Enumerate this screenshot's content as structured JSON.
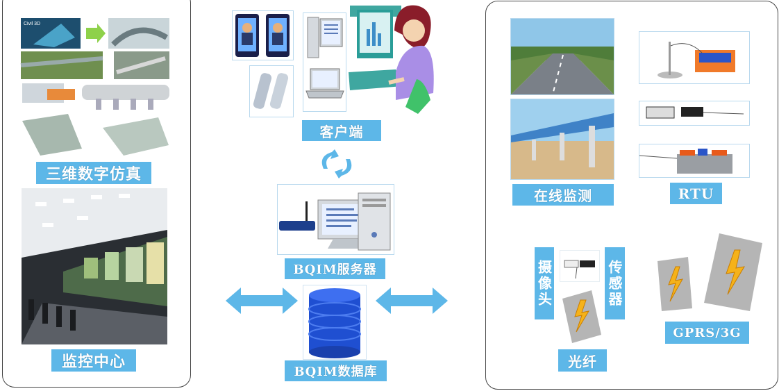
{
  "left_panel": {
    "simulation_label": "三维数字仿真",
    "monitoring_center_label": "监控中心"
  },
  "center": {
    "client_label": "客户端",
    "server_label": "BQIM服务器",
    "database_label": "BQIM数据库"
  },
  "right_panel": {
    "online_monitoring_label": "在线监测",
    "rtu_label": "RTU",
    "camera_label": "摄像头",
    "sensor_label": "传感器",
    "fiber_label": "光纤",
    "gprs_label": "GPRS/3G"
  },
  "colors": {
    "label_bg": "#5db7e8",
    "arrow": "#5db7e8",
    "database": "#1f4fd1"
  }
}
